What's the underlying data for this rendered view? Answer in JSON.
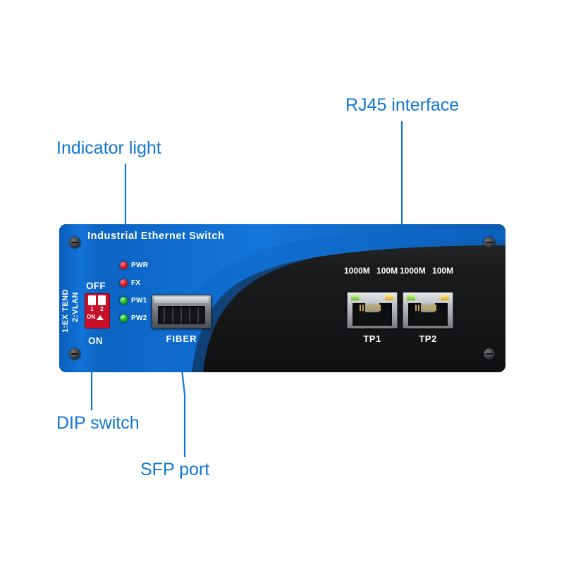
{
  "callouts": [
    {
      "id": "rj45",
      "text": "RJ45 interface"
    },
    {
      "id": "indicator",
      "text": "Indicator light"
    },
    {
      "id": "dip",
      "text": "DIP switch"
    },
    {
      "id": "sfp",
      "text": "SFP port"
    }
  ],
  "device": {
    "product_name": "Industrial Ethernet Switch",
    "left_panel": {
      "vertical_text_top": "1:EX TEND",
      "vertical_text_bottom": "2:VLAN",
      "switch_off_label": "OFF",
      "switch_on_label": "ON",
      "dip": {
        "positions": [
          "1",
          "2"
        ],
        "on_text": "ON"
      }
    },
    "leds": [
      {
        "label": "PWR",
        "color": "#e0202a",
        "state": "red"
      },
      {
        "label": "FX",
        "color": "#e0202a",
        "state": "red"
      },
      {
        "label": "PW1",
        "color": "#1fb82e",
        "state": "green"
      },
      {
        "label": "PW2",
        "color": "#1fb82e",
        "state": "green"
      }
    ],
    "fiber": {
      "label": "FIBER"
    },
    "ports": [
      {
        "label": "TP1",
        "speed_left": "1000M",
        "speed_right": "100M"
      },
      {
        "label": "TP2",
        "speed_left": "1000M",
        "speed_right": "100M"
      }
    ]
  },
  "colors": {
    "callout_blue": "#1277d4",
    "panel_blue": "#0e63c1",
    "chassis_dark": "#1a1b1d",
    "dip_red": "#c9102a"
  }
}
